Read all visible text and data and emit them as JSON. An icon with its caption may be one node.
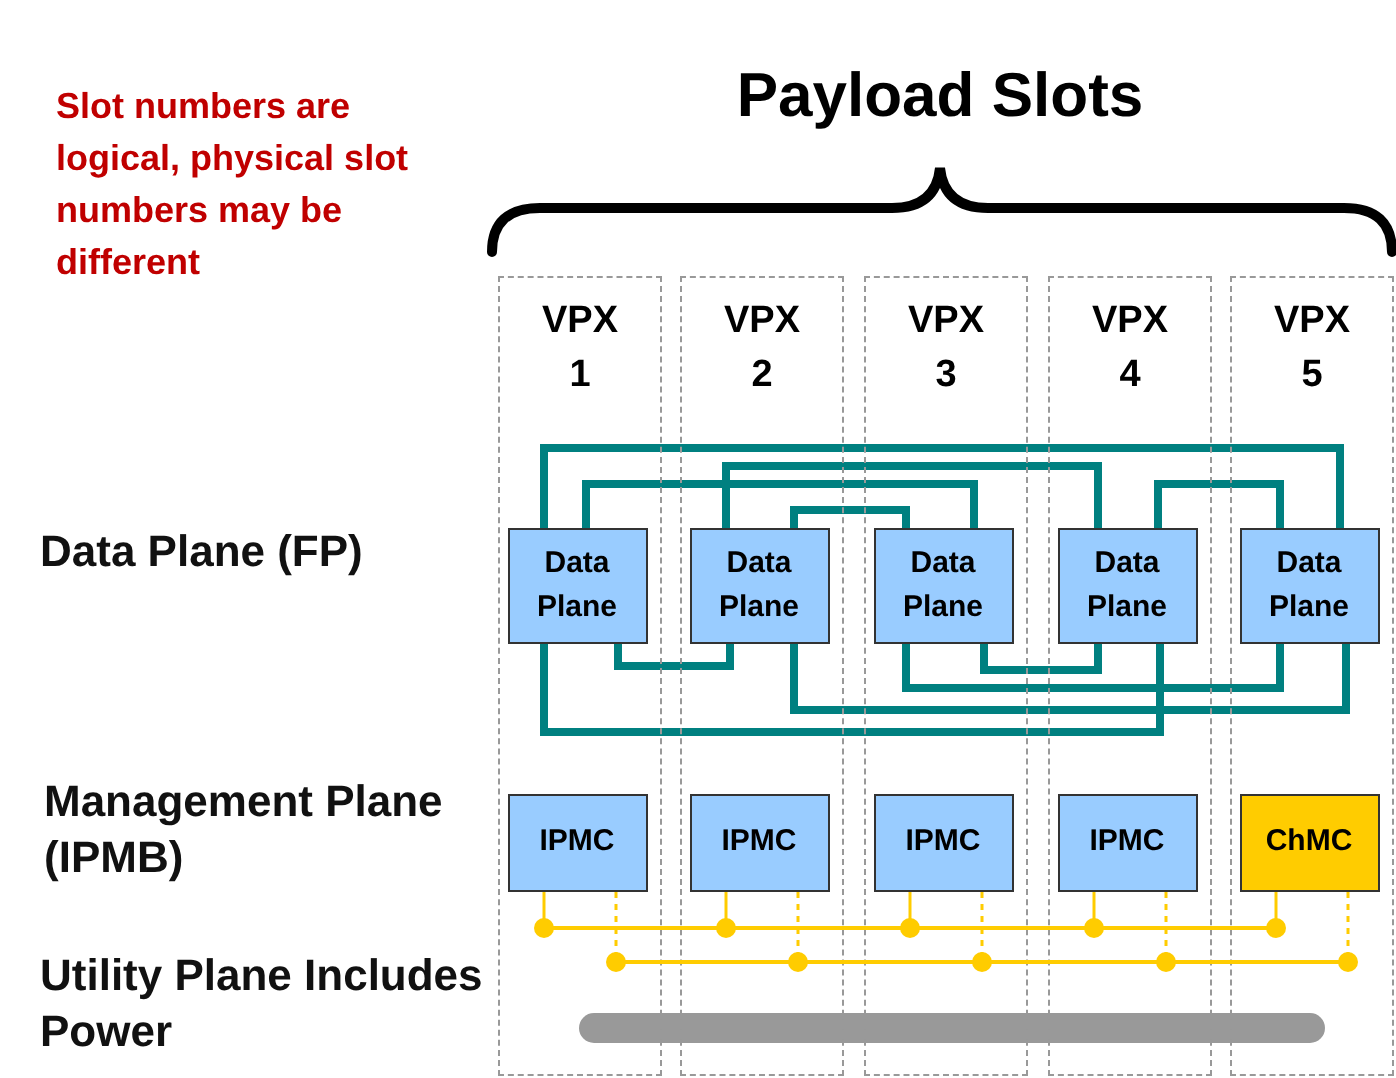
{
  "diagram": {
    "title": "Payload Slots",
    "nodes": [
      {
        "text": [
          "VPX 1"
        ]
      },
      {
        "text": [
          "VPX 2"
        ]
      },
      {
        "text": [
          "VPX 3"
        ]
      },
      {
        "text": [
          "VPX 4"
        ]
      },
      {
        "text": [
          "VPX 5"
        ]
      },
      {
        "text": [
          "Data Plane"
        ],
        "in": 0
      },
      {
        "text": [
          "Data Plane"
        ],
        "in": 1
      },
      {
        "text": [
          "Data Plane"
        ],
        "in": 2
      },
      {
        "text": [
          "Data Plane"
        ],
        "in": 3
      },
      {
        "text": [
          "Data Plane"
        ],
        "in": 4
      },
      {
        "text": [
          "IPMC"
        ],
        "in": 0
      },
      {
        "text": [
          "IPMC"
        ],
        "in": 1
      },
      {
        "text": [
          "IPMC"
        ],
        "in": 2
      },
      {
        "text": [
          "IPMC"
        ],
        "in": 3
      },
      {
        "text": [
          "ChMC"
        ],
        "in": 4
      },
      {
        "text": [],
        "shape": "bar"
      },
      {
        "text": [],
        "shape": "bar"
      }
    ],
    "edges": [
      {
        "from": 5,
        "to": 9,
        "arrow": "none",
        "style": "thick"
      },
      {
        "from": 6,
        "to": 8,
        "arrow": "none",
        "style": "thick"
      },
      {
        "from": 5,
        "to": 7,
        "arrow": "none",
        "style": "thick"
      },
      {
        "from": 6,
        "to": 7,
        "arrow": "none",
        "style": "thick"
      },
      {
        "from": 8,
        "to": 9,
        "arrow": "none",
        "style": "thick"
      },
      {
        "from": 5,
        "to": 6,
        "arrow": "none",
        "style": "thick"
      },
      {
        "from": 7,
        "to": 8,
        "arrow": "none",
        "style": "thick"
      },
      {
        "from": 7,
        "to": 9,
        "arrow": "none",
        "style": "thick"
      },
      {
        "from": 6,
        "to": 9,
        "arrow": "none",
        "style": "thick"
      },
      {
        "from": 5,
        "to": 8,
        "arrow": "none",
        "style": "thick"
      },
      {
        "from": 10,
        "to": 15,
        "arrow": "other",
        "color": "#ffcc00"
      },
      {
        "from": 11,
        "to": 15,
        "arrow": "other",
        "color": "#ffcc00"
      },
      {
        "from": 12,
        "to": 15,
        "arrow": "other",
        "color": "#ffcc00"
      },
      {
        "from": 13,
        "to": 15,
        "arrow": "other",
        "color": "#ffcc00"
      },
      {
        "from": 14,
        "to": 15,
        "arrow": "other",
        "color": "#ffcc00"
      },
      {
        "from": 10,
        "to": 16,
        "arrow": "other",
        "style": "dashed",
        "color": "#ffcc00"
      },
      {
        "from": 11,
        "to": 16,
        "arrow": "other",
        "style": "dashed",
        "color": "#ffcc00"
      },
      {
        "from": 12,
        "to": 16,
        "arrow": "other",
        "style": "dashed",
        "color": "#ffcc00"
      },
      {
        "from": 13,
        "to": 16,
        "arrow": "other",
        "style": "dashed",
        "color": "#ffcc00"
      },
      {
        "from": 14,
        "to": 16,
        "arrow": "other",
        "style": "dashed",
        "color": "#ffcc00"
      }
    ],
    "labels": [
      "Slot numbers are logical, physical slot numbers may be different",
      "Data Plane (FP)",
      "Management Plane (IPMB)",
      "Utility Plane Includes Power"
    ]
  }
}
